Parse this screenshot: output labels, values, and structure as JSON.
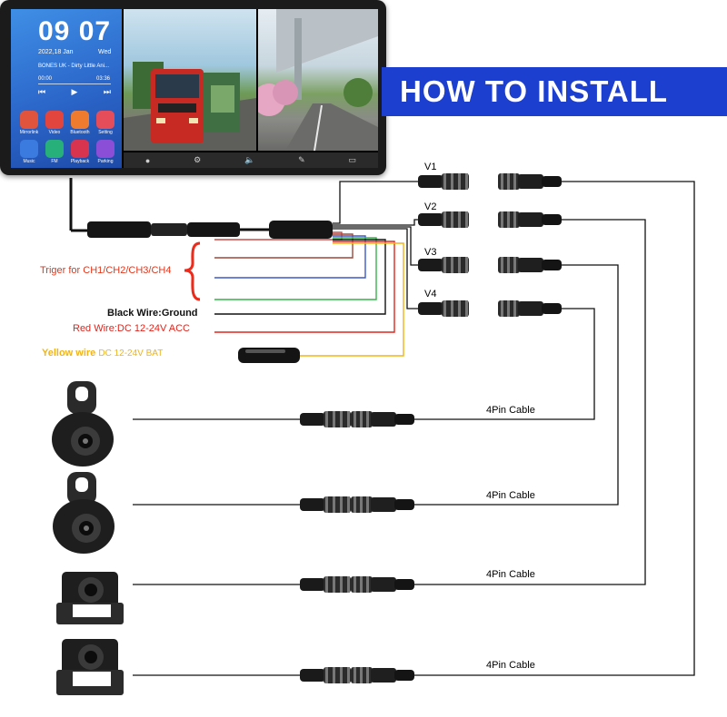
{
  "banner": {
    "title": "HOW TO INSTALL"
  },
  "monitor": {
    "clock": "09 07",
    "date": "2022,18 Jan",
    "weekday": "Wed",
    "song": "BONES UK - Dirty Little Ani...",
    "time_start": "00:00",
    "time_end": "03:36",
    "apps": [
      {
        "label": "Mirrorlink",
        "color": "#e0533c"
      },
      {
        "label": "Video",
        "color": "#e2453e"
      },
      {
        "label": "Bluetooth",
        "color": "#ef7b2e"
      },
      {
        "label": "Setting",
        "color": "#e64d5a"
      },
      {
        "label": "Music",
        "color": "#3b7be0"
      },
      {
        "label": "FM",
        "color": "#27b07a"
      },
      {
        "label": "Playback",
        "color": "#d8334f"
      },
      {
        "label": "Parking",
        "color": "#8a4fd6"
      }
    ]
  },
  "channels": [
    "V1",
    "V2",
    "V3",
    "V4"
  ],
  "wire_labels": {
    "trigger": "Triger for CH1/CH2/CH3/CH4",
    "black": "Black Wire:Ground",
    "red_prefix": "Red Wire:",
    "red_value": "DC 12-24V ACC",
    "yellow_prefix": "Yellow wire",
    "yellow_value": "DC 12-24V BAT"
  },
  "cables": [
    "4Pin Cable",
    "4Pin Cable",
    "4Pin Cable",
    "4Pin Cable"
  ],
  "colors": {
    "banner": "#1d3fd0",
    "trigger_text": "#e0361b",
    "red_wire": "#e0241b",
    "yellow_wire": "#f0b419",
    "brace": "#ee2a1b"
  }
}
